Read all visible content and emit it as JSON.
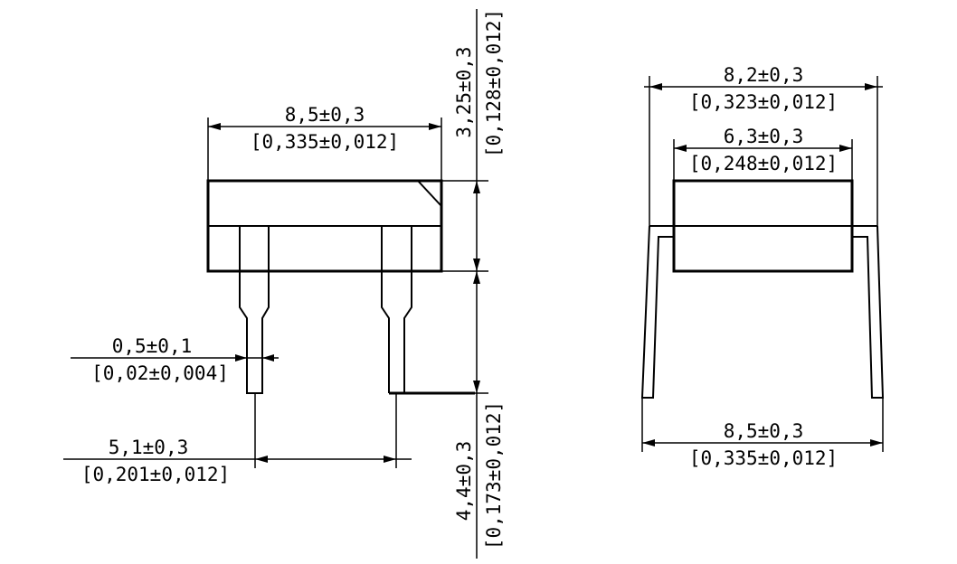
{
  "side_view": {
    "width_dim": "8,5±0,3",
    "width_dim_in": "[0,335±0,012]",
    "height_dim": "3,25±0,3",
    "height_dim_in": "[0,128±0,012]",
    "pin_dim": "0,5±0,1",
    "pin_dim_in": "[0,02±0,004]",
    "pitch_dim": "5,1±0,3",
    "pitch_dim_in": "[0,201±0,012]",
    "lead_dim": "4,4±0,3",
    "lead_dim_in": "[0,173±0,012]"
  },
  "front_view": {
    "outer_dim": "8,2±0,3",
    "outer_dim_in": "[0,323±0,012]",
    "inner_dim": "6,3±0,3",
    "inner_dim_in": "[0,248±0,012]",
    "bottom_dim": "8,5±0,3",
    "bottom_dim_in": "[0,335±0,012]"
  }
}
